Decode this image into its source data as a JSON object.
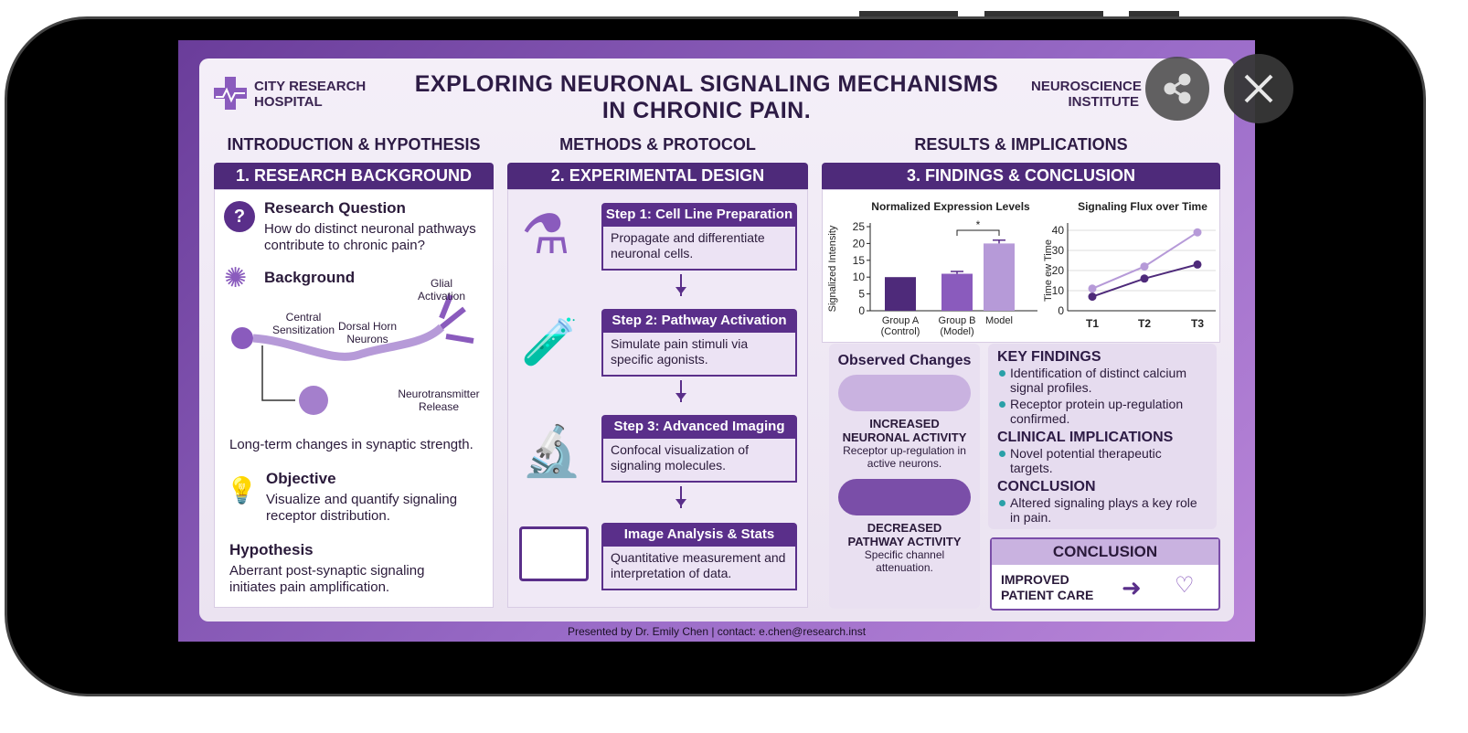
{
  "viewer": {
    "share_icon": "share-icon",
    "close_icon": "close-icon"
  },
  "poster": {
    "logo_left": "CITY RESEARCH HOSPITAL",
    "logo_left_l1": "CITY RESEARCH",
    "logo_left_l2": "HOSPITAL",
    "title_l1": "EXPLORING NEURONAL SIGNALING MECHANISMS",
    "title_l2": "IN CHRONIC PAIN.",
    "logo_right_l1": "NEUROSCIENCE",
    "logo_right_l2": "INSTITUTE",
    "footer": "Presented by Dr. Emily Chen | contact: e.chen@research.inst",
    "col1": {
      "section": "INTRODUCTION & HYPOTHESIS",
      "banner": "1. RESEARCH BACKGROUND",
      "rq_title": "Research Question",
      "rq_text": "How do distinct neuronal pathways contribute to chronic pain?",
      "bg_title": "Background",
      "labels": {
        "central": "Central Sensitization",
        "dorsal": "Dorsal Horn Neurons",
        "glial": "Glial Activation",
        "nt": "Neurotransmitter Release"
      },
      "bg_text": "Long-term changes in synaptic strength.",
      "obj_title": "Objective",
      "obj_text": "Visualize and quantify signaling receptor distribution.",
      "hyp_title": "Hypothesis",
      "hyp_text": "Aberrant post-synaptic signaling initiates pain amplification."
    },
    "col2": {
      "section": "METHODS & PROTOCOL",
      "banner": "2. EXPERIMENTAL DESIGN",
      "steps": [
        {
          "title": "Step 1: Cell Line Preparation",
          "text": "Propagate and differentiate neuronal cells."
        },
        {
          "title": "Step 2: Pathway Activation",
          "text": "Simulate pain stimuli via specific agonists."
        },
        {
          "title": "Step 3: Advanced Imaging",
          "text": "Confocal visualization of signaling molecules."
        },
        {
          "title": "Image Analysis & Stats",
          "text": "Quantitative measurement and interpretation of data."
        }
      ]
    },
    "col3": {
      "section": "RESULTS & IMPLICATIONS",
      "banner": "3. FINDINGS & CONCLUSION",
      "observed": {
        "title": "Observed Changes",
        "inc_title": "INCREASED NEURONAL ACTIVITY",
        "inc_l1": "INCREASED",
        "inc_l2": "NEURONAL ACTIVITY",
        "inc_text": "Receptor up-regulation in active neurons.",
        "dec_l1": "DECREASED",
        "dec_l2": "PATHWAY ACTIVITY",
        "dec_text": "Specific channel attenuation."
      },
      "key": {
        "h1": "KEY FINDINGS",
        "b1": "Identification of distinct calcium signal profiles.",
        "b2": "Receptor protein up-regulation confirmed.",
        "h2": "CLINICAL IMPLICATIONS",
        "b3": "Novel potential therapeutic targets.",
        "h3": "CONCLUSION",
        "b4": "Altered signaling plays a key role in pain."
      },
      "conclusion": {
        "title": "CONCLUSION",
        "l1": "IMPROVED",
        "l2": "PATIENT CARE"
      }
    }
  },
  "chart_data": [
    {
      "type": "bar",
      "title": "Normalized Expression Levels",
      "ylabel": "Signalized Intensity",
      "xlabel": "",
      "categories": [
        "Group A (Control)",
        "Group B (Model)",
        "Model"
      ],
      "cat_l1": [
        "Group A",
        "Group B",
        "Model"
      ],
      "cat_l2": [
        "(Control)",
        "(Model)",
        ""
      ],
      "values": [
        10,
        11,
        20
      ],
      "errors": [
        0,
        0.7,
        1
      ],
      "ylim": [
        0,
        25
      ],
      "yticks": [
        0,
        5,
        10,
        15,
        20,
        25
      ],
      "colors": [
        "#4e2a7a",
        "#8a5bbd",
        "#b69ad8"
      ],
      "annotation": "*"
    },
    {
      "type": "line",
      "title": "Signaling Flux over Time",
      "ylabel": "Time ew Time",
      "xlabel": "",
      "categories": [
        "T1",
        "T2",
        "T3"
      ],
      "ylim": [
        0,
        40
      ],
      "yticks": [
        0,
        10,
        20,
        30,
        40
      ],
      "grid": true,
      "series": [
        {
          "values": [
            11,
            22,
            39
          ],
          "color": "#b69ad8"
        },
        {
          "values": [
            7,
            16,
            23
          ],
          "color": "#4e2a7a"
        }
      ]
    }
  ]
}
